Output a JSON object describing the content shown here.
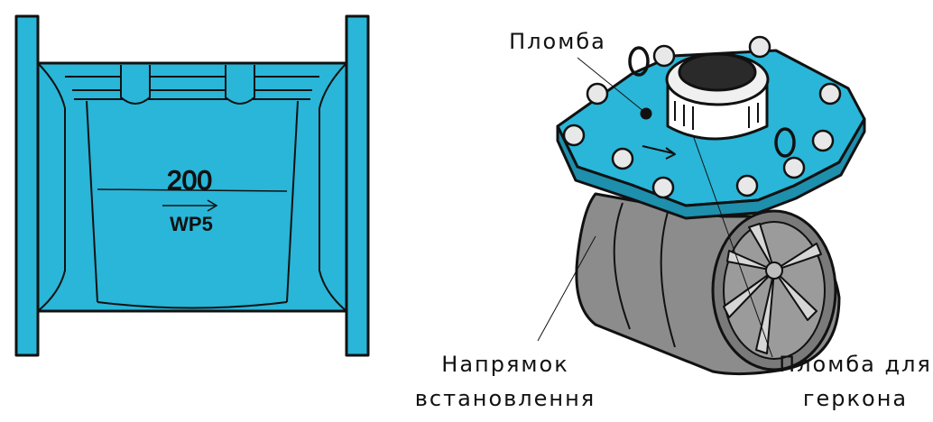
{
  "left_view": {
    "nominal_size": "200",
    "model": "WP5"
  },
  "labels": {
    "seal": "Пломба",
    "direction_line1": "Напрямок",
    "direction_line2": "встановлення",
    "reed_seal_line1": "Пломба для",
    "reed_seal_line2": "геркона"
  },
  "colors": {
    "body_blue": "#29b6d8",
    "outline": "#111111",
    "pipe_gray": "#8c8c8c"
  }
}
